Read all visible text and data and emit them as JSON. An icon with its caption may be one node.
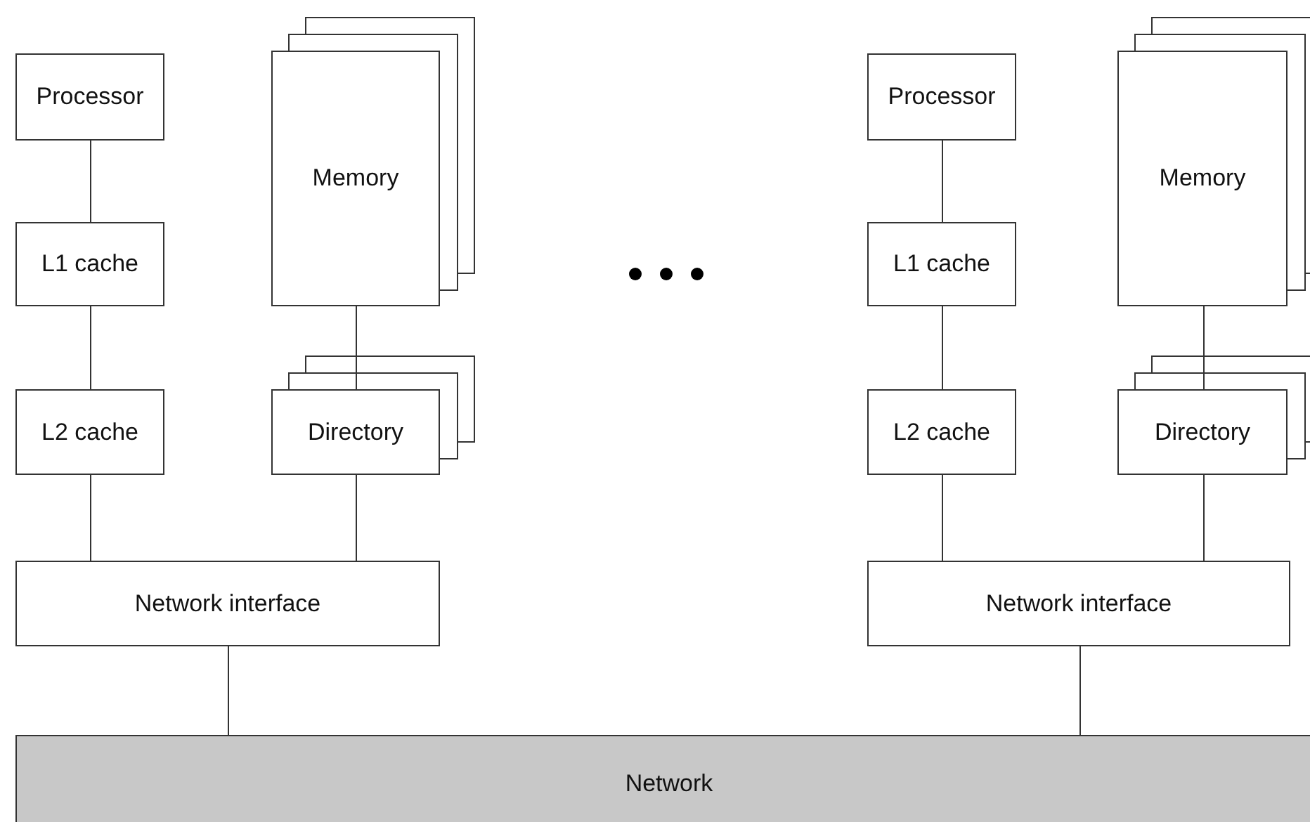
{
  "diagram": {
    "nodes": [
      {
        "text": [
          "Processor"
        ]
      },
      {
        "text": [
          "Memory"
        ]
      },
      {
        "text": [
          "L1 cache"
        ]
      },
      {
        "text": [
          "L2 cache"
        ]
      },
      {
        "text": [
          "Directory"
        ]
      },
      {
        "text": [
          "Network interface"
        ]
      },
      {
        "text": [
          "Processor"
        ]
      },
      {
        "text": [
          "Memory"
        ]
      },
      {
        "text": [
          "L1 cache"
        ]
      },
      {
        "text": [
          "L2 cache"
        ]
      },
      {
        "text": [
          "Directory"
        ]
      },
      {
        "text": [
          "Network interface"
        ]
      },
      {
        "text": [
          "Network"
        ]
      }
    ],
    "edges": [
      {
        "from": 0,
        "to": 2,
        "arrow": "none"
      },
      {
        "from": 2,
        "to": 3,
        "arrow": "none"
      },
      {
        "from": 3,
        "to": 5,
        "arrow": "none"
      },
      {
        "from": 1,
        "to": 4,
        "arrow": "none"
      },
      {
        "from": 4,
        "to": 5,
        "arrow": "none"
      },
      {
        "from": 5,
        "to": 12,
        "arrow": "none"
      },
      {
        "from": 6,
        "to": 8,
        "arrow": "none"
      },
      {
        "from": 8,
        "to": 9,
        "arrow": "none"
      },
      {
        "from": 9,
        "to": 11,
        "arrow": "none"
      },
      {
        "from": 7,
        "to": 10,
        "arrow": "none"
      },
      {
        "from": 10,
        "to": 11,
        "arrow": "none"
      },
      {
        "from": 11,
        "to": 12,
        "arrow": "none"
      }
    ]
  }
}
